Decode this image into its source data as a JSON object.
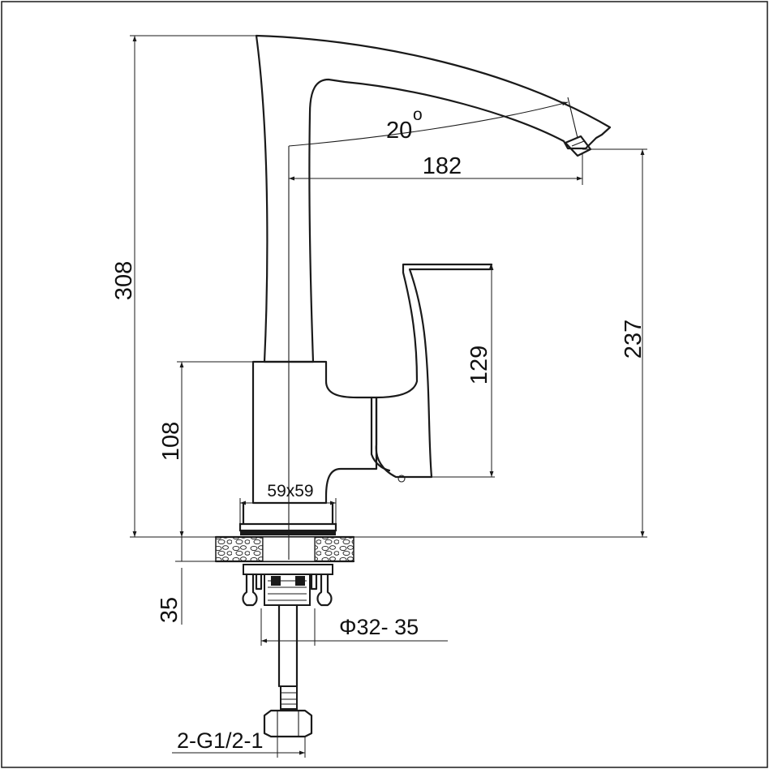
{
  "drawing": {
    "title": "",
    "dimensions": {
      "overall_height": "308",
      "spout_height": "237",
      "spout_reach": "182",
      "spout_angle": "20",
      "angle_unit": "o",
      "handle_height": "129",
      "body_height": "108",
      "base_size": "59x59",
      "mount_thickness": "35",
      "hole_diameter": "Φ32- 35",
      "hose_thread": "2-G1/2-1"
    }
  }
}
